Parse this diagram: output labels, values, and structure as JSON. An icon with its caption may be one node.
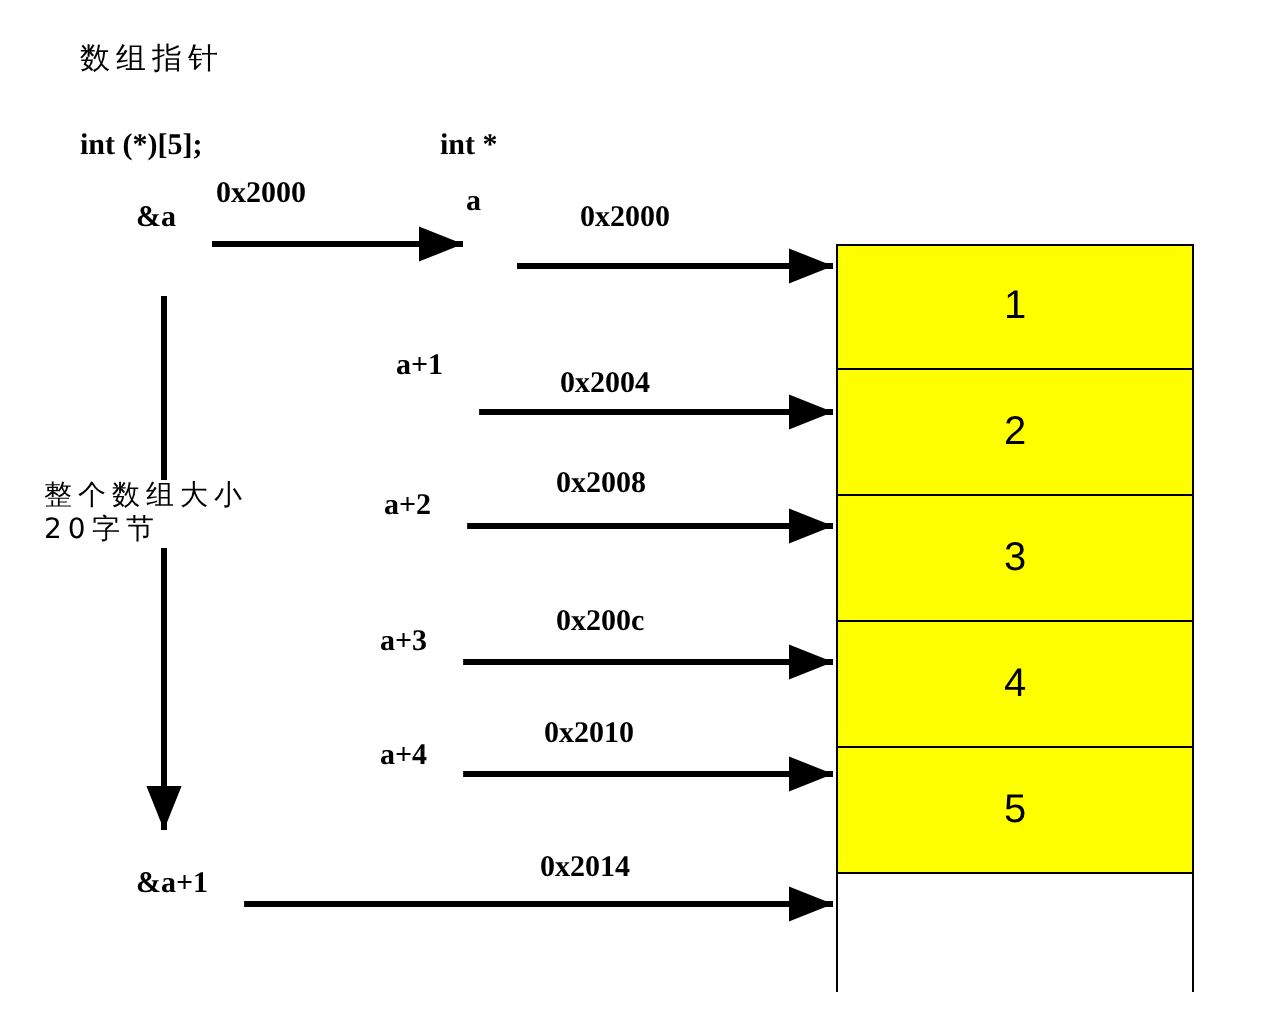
{
  "diagram": {
    "title": "数组指针",
    "nodes": [
      {
        "text": [
          "&a"
        ]
      },
      {
        "text": [
          "a"
        ]
      },
      {
        "text": [
          "a+1"
        ]
      },
      {
        "text": [
          "a+2"
        ]
      },
      {
        "text": [
          "a+3"
        ]
      },
      {
        "text": [
          "a+4"
        ]
      },
      {
        "text": [
          "&a+1"
        ]
      },
      {
        "text": [
          "1"
        ]
      },
      {
        "text": [
          "2"
        ]
      },
      {
        "text": [
          "3"
        ]
      },
      {
        "text": [
          "4"
        ]
      },
      {
        "text": [
          "5"
        ]
      },
      {
        "text": [],
        "shape": "box"
      }
    ],
    "edges": [
      {
        "from": 0,
        "to": 1,
        "arrow": "to",
        "label": "0x2000"
      },
      {
        "from": 1,
        "to": 7,
        "arrow": "to",
        "label": "0x2000"
      },
      {
        "from": 2,
        "to": 8,
        "arrow": "to",
        "label": "0x2004"
      },
      {
        "from": 3,
        "to": 9,
        "arrow": "to",
        "label": "0x2008"
      },
      {
        "from": 4,
        "to": 10,
        "arrow": "to",
        "label": "0x200c"
      },
      {
        "from": 5,
        "to": 11,
        "arrow": "to",
        "label": "0x2010"
      },
      {
        "from": 6,
        "to": 12,
        "arrow": "to",
        "label": "0x2014"
      },
      {
        "from": 0,
        "to": 6,
        "arrow": "to",
        "label": "整个数组大小20字节"
      }
    ],
    "labels": [
      "int (*)[5];",
      "int *"
    ]
  }
}
